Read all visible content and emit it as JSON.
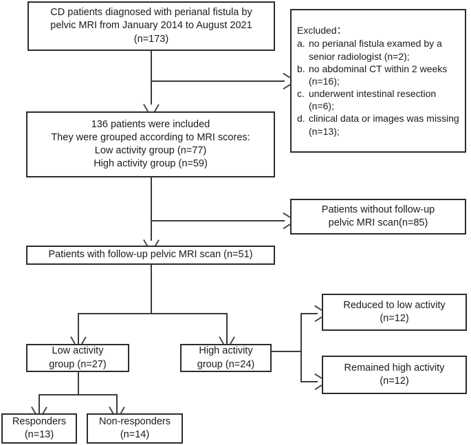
{
  "diagram": {
    "title": "CONSORT-style patient selection flowchart",
    "line_color": "#3a3a3a",
    "box_border_color": "#2b2b2b",
    "background": "#ffffff"
  },
  "nodes": {
    "enrolled": {
      "lines": [
        "CD patients diagnosed with perianal fistula by",
        "pelvic MRI from January 2014 to August 2021",
        "(n=173)"
      ]
    },
    "excluded": {
      "title": "Excluded：",
      "items": [
        {
          "marker": "a.",
          "text": "no perianal fistula examed by a senior radiologist (n=2);"
        },
        {
          "marker": "b.",
          "text": "no abdominal CT within 2 weeks (n=16);"
        },
        {
          "marker": "c.",
          "text": "underwent intestinal resection (n=6);"
        },
        {
          "marker": "d.",
          "text": "clinical data or  images was missing (n=13);"
        }
      ]
    },
    "included": {
      "lines": [
        "136 patients  were included",
        "They were grouped according to MRI scores:",
        "Low activity group (n=77)",
        "High activity group (n=59)"
      ]
    },
    "no_followup": {
      "lines": [
        "Patients without follow-up",
        "pelvic MRI scan(n=85)"
      ]
    },
    "with_followup": {
      "lines": [
        "Patients with follow-up pelvic MRI scan (n=51)"
      ]
    },
    "low_activity": {
      "lines": [
        "Low activity",
        "group (n=27)"
      ]
    },
    "high_activity": {
      "lines": [
        "High activity",
        "group (n=24)"
      ]
    },
    "reduced_low": {
      "lines": [
        "Reduced to low activity",
        "(n=12)"
      ]
    },
    "remained_high": {
      "lines": [
        "Remained high activity",
        "(n=12)"
      ]
    },
    "responders": {
      "lines": [
        "Responders",
        "(n=13)"
      ]
    },
    "non_responders": {
      "lines": [
        "Non-responders",
        "(n=14)"
      ]
    }
  }
}
